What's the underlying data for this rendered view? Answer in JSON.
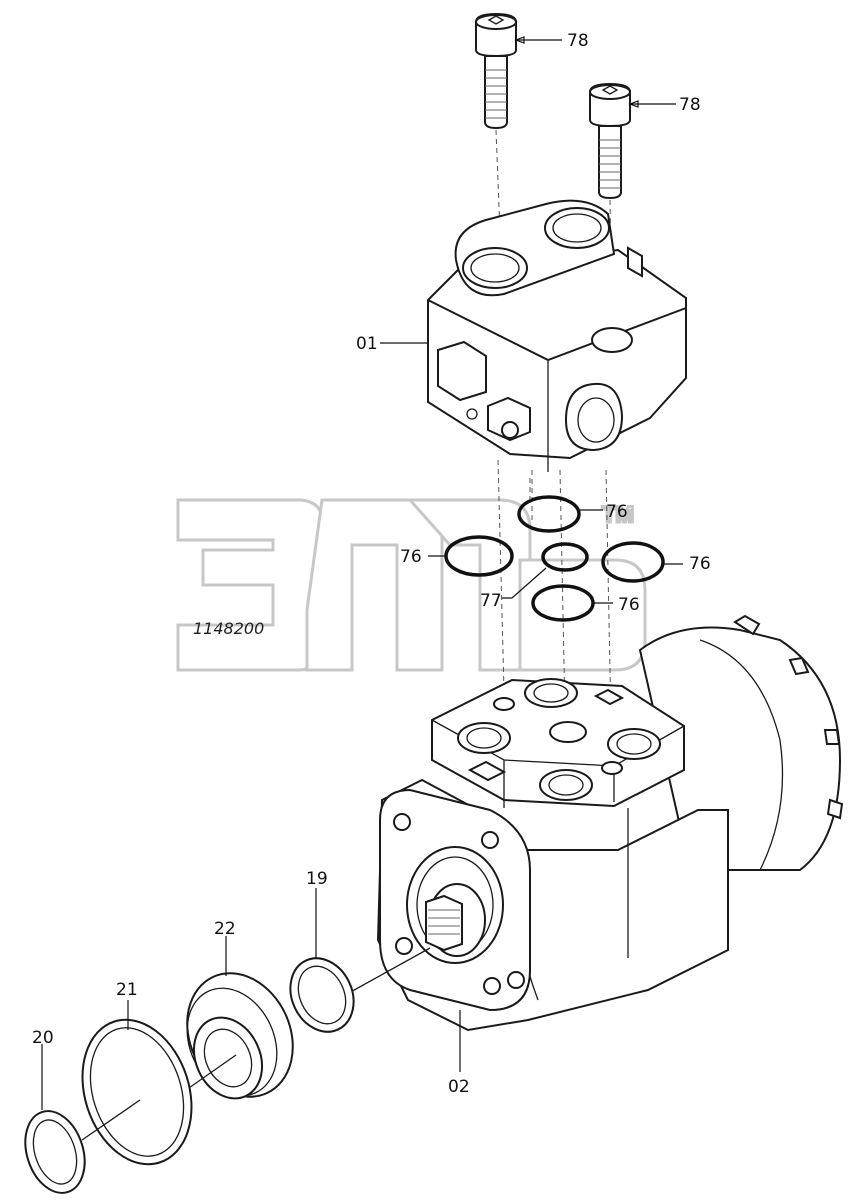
{
  "diagram": {
    "drawing_number": "1148200",
    "watermark": {
      "text": "элсв",
      "tm": "TM"
    },
    "callouts": {
      "c78a": "78",
      "c78b": "78",
      "c01": "01",
      "c76_1": "76",
      "c76_2": "76",
      "c76_3": "76",
      "c76_4": "76",
      "c77": "77",
      "c19": "19",
      "c22": "22",
      "c21": "21",
      "c20": "20",
      "c02": "02"
    }
  }
}
